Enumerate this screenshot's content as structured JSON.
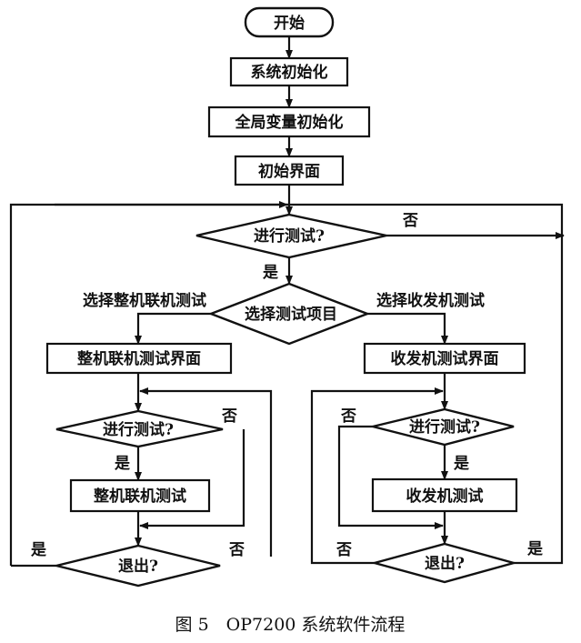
{
  "flowchart": {
    "start": "开始",
    "system_init": "系统初始化",
    "global_var_init": "全局变量初始化",
    "init_interface": "初始界面",
    "decision_run_test": "进行测试?",
    "decision_select_item": "选择测试项目",
    "branch_left_label": "选择整机联机测试",
    "branch_right_label": "选择收发机测试",
    "left": {
      "interface": "整机联机测试界面",
      "decision_run_test": "进行测试?",
      "test": "整机联机测试",
      "decision_exit": "退出?"
    },
    "right": {
      "interface": "收发机测试界面",
      "decision_run_test": "进行测试?",
      "test": "收发机测试",
      "decision_exit": "退出?"
    },
    "yes": "是",
    "no": "否"
  },
  "caption": "图 5　OP7200 系统软件流程"
}
